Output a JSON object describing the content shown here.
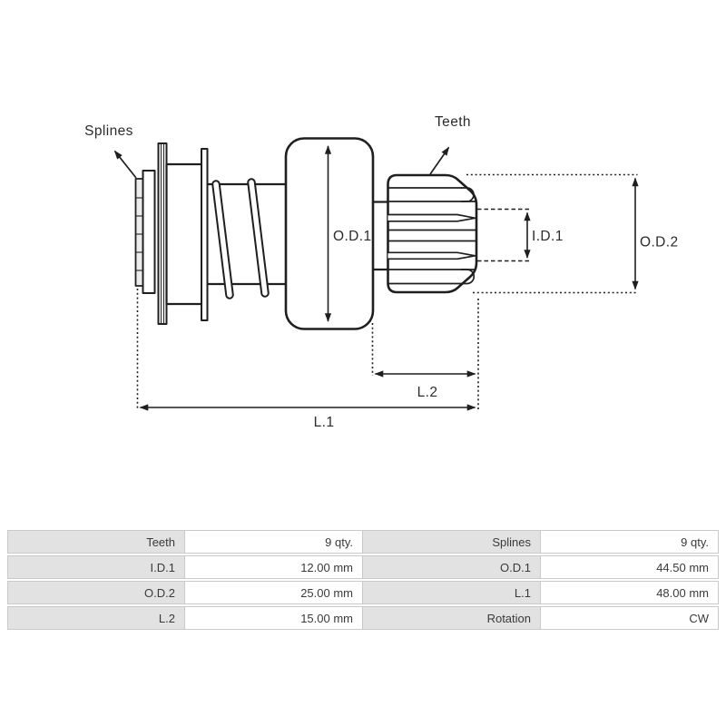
{
  "diagram": {
    "labels": {
      "splines": "Splines",
      "teeth": "Teeth",
      "od1": "O.D.1",
      "id1": "I.D.1",
      "od2": "O.D.2",
      "l2": "L.2",
      "l1": "L.1"
    }
  },
  "spec_table": {
    "rows": [
      [
        "Teeth",
        "9 qty.",
        "Splines",
        "9 qty."
      ],
      [
        "I.D.1",
        "12.00 mm",
        "O.D.1",
        "44.50 mm"
      ],
      [
        "O.D.2",
        "25.00 mm",
        "L.1",
        "48.00 mm"
      ],
      [
        "L.2",
        "15.00 mm",
        "Rotation",
        "CW"
      ]
    ]
  },
  "colors": {
    "line": "#1f1f1f",
    "label_text": "#2b2b2b",
    "table_label_bg": "#e2e2e2",
    "table_border": "#c9c9c9",
    "table_text": "#3a3a3a"
  }
}
